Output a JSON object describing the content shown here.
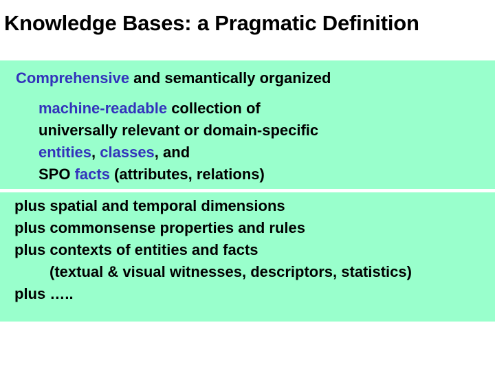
{
  "slide": {
    "title": "Knowledge Bases: a Pragmatic Definition",
    "background_color": "#ffffff",
    "panel_color": "#99ffcc",
    "text_color": "#000000",
    "accent_color": "#3333bb"
  },
  "definition_block": {
    "line1": {
      "highlight": "Comprehensive",
      "rest": " and semantically organized"
    },
    "line2": {
      "highlight": "machine-readable",
      "rest": " collection of"
    },
    "line3": {
      "text": "universally relevant or domain-specific"
    },
    "line4": {
      "highlight1": "entities",
      "sep1": ", ",
      "highlight2": "classes",
      "rest": ", and"
    },
    "line5": {
      "prefix": "SPO ",
      "highlight": "facts",
      "rest": " (attributes, relations)"
    }
  },
  "extras_block": {
    "line1": "plus spatial and temporal dimensions",
    "line2": "plus commonsense properties and rules",
    "line3": "plus contexts of entities and facts",
    "line4": "(textual & visual witnesses, descriptors, statistics)",
    "line5": "plus ….."
  }
}
